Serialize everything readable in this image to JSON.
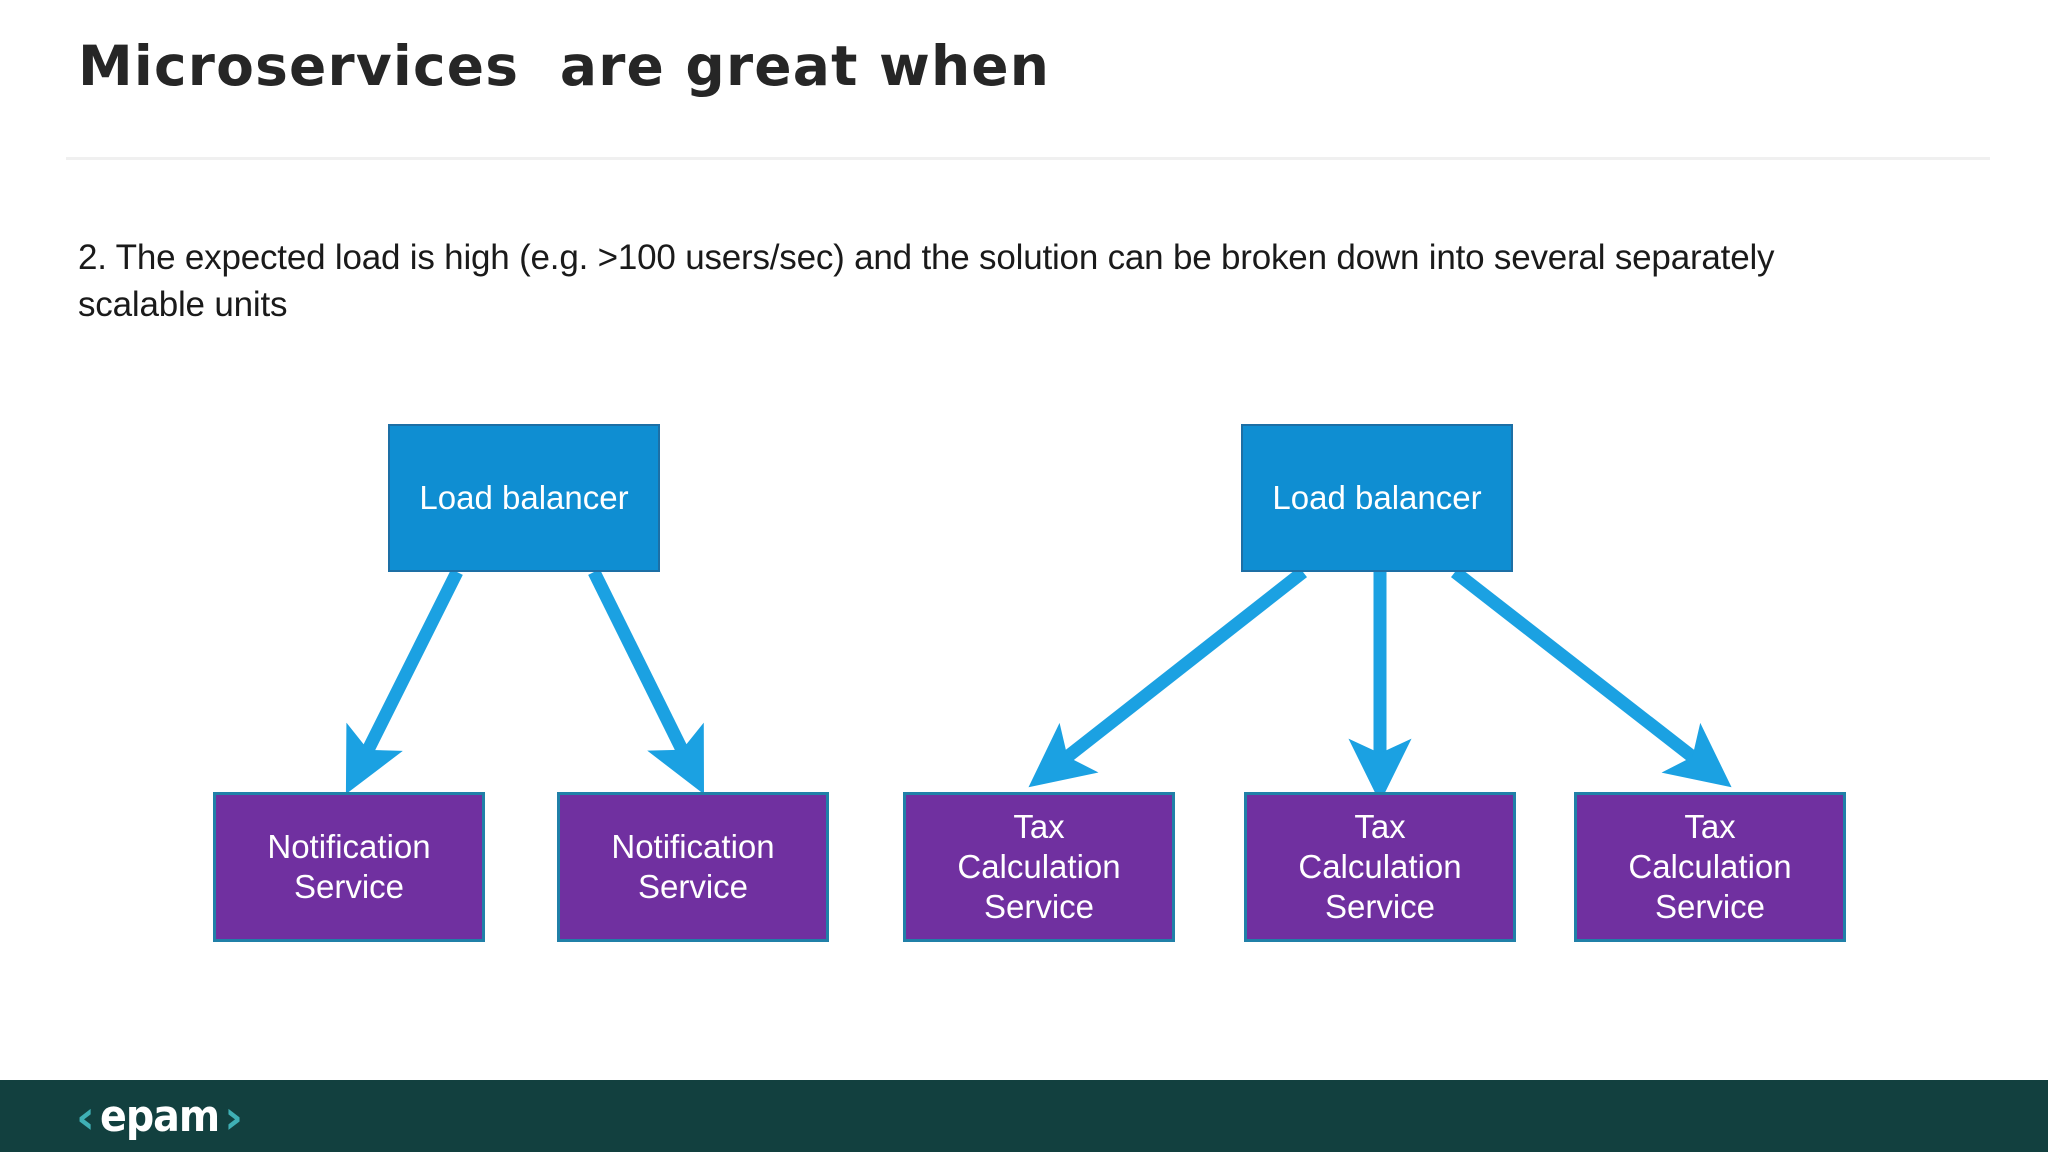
{
  "slide": {
    "title": "Microservices  are great when",
    "body_text": "2. The expected load is high (e.g. >100 users/sec) and the solution can be broken down into several separately scalable units",
    "background_color": "#ffffff",
    "divider_color": "#f0f0f0"
  },
  "diagram": {
    "type": "flow",
    "groups": [
      {
        "name": "notification-group",
        "root": {
          "label": "Load balancer",
          "fill": "#0f8ed2",
          "border": "#1d6fa5"
        },
        "children": [
          {
            "label": "Notification\nService",
            "fill": "#7030a0",
            "border": "#2080a8"
          },
          {
            "label": "Notification\nService",
            "fill": "#7030a0",
            "border": "#2080a8"
          }
        ]
      },
      {
        "name": "tax-group",
        "root": {
          "label": "Load balancer",
          "fill": "#0f8ed2",
          "border": "#1d6fa5"
        },
        "children": [
          {
            "label": "Tax\nCalculation\nService",
            "fill": "#7030a0",
            "border": "#2080a8"
          },
          {
            "label": "Tax\nCalculation\nService",
            "fill": "#7030a0",
            "border": "#2080a8"
          },
          {
            "label": "Tax\nCalculation\nService",
            "fill": "#7030a0",
            "border": "#2080a8"
          }
        ]
      }
    ],
    "connector_color": "#1ba1e2"
  },
  "footer": {
    "background_color": "#12403f",
    "logo": {
      "left_bracket": "‹",
      "wordmark": "epam",
      "right_bracket": "›",
      "bracket_color": "#3fb0b5",
      "wordmark_color": "#ffffff"
    }
  }
}
